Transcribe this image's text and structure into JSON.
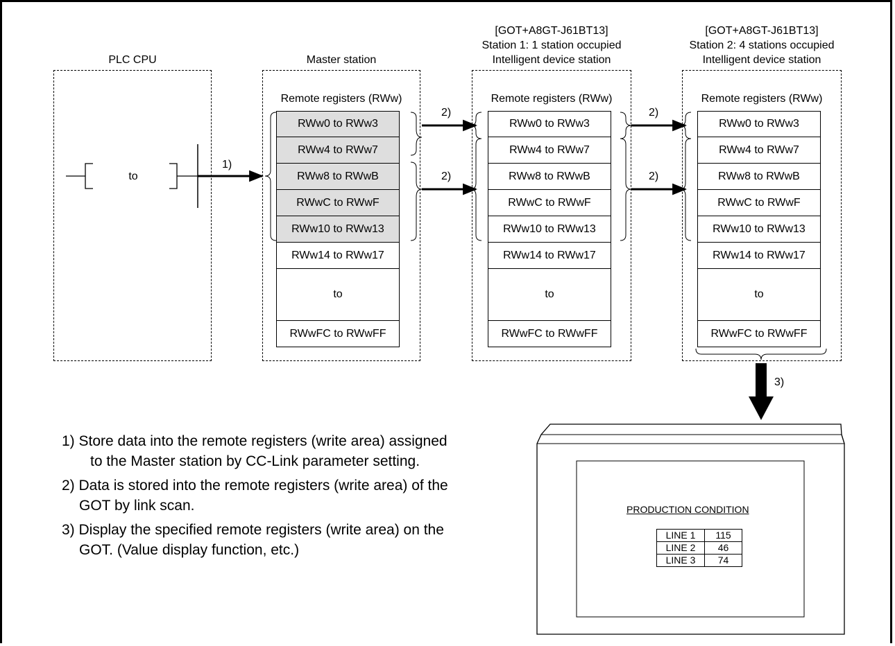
{
  "plc": {
    "title": "PLC CPU",
    "instruction": "to"
  },
  "master": {
    "title": "Master station",
    "header": "Remote registers (RWw)",
    "rows": [
      "RWw0 to RWw3",
      "RWw4 to RWw7",
      "RWw8 to RWwB",
      "RWwC to RWwF",
      "RWw10 to RWw13",
      "RWw14 to RWw17",
      "to",
      "RWwFC to RWwFF"
    ],
    "shaded_rows": 5
  },
  "station1": {
    "title_lines": [
      "[GOT+A8GT-J61BT13]",
      "Station 1: 1 station occupied",
      "Intelligent device station"
    ],
    "header": "Remote registers (RWw)",
    "rows": [
      "RWw0 to RWw3",
      "RWw4 to RWw7",
      "RWw8 to RWwB",
      "RWwC to RWwF",
      "RWw10 to RWw13",
      "RWw14 to RWw17",
      "to",
      "RWwFC to RWwFF"
    ]
  },
  "station2": {
    "title_lines": [
      "[GOT+A8GT-J61BT13]",
      "Station 2: 4 stations occupied",
      "Intelligent device station"
    ],
    "header": "Remote registers (RWw)",
    "rows": [
      "RWw0 to RWw3",
      "RWw4 to RWw7",
      "RWw8 to RWwB",
      "RWwC to RWwF",
      "RWw10 to RWw13",
      "RWw14 to RWw17",
      "to",
      "RWwFC to RWwFF"
    ]
  },
  "steps": {
    "s1": "1)",
    "s2a": "2)",
    "s2b": "2)",
    "s2c": "2)",
    "s2d": "2)",
    "s3": "3)"
  },
  "notes": [
    "1) Store data into the remote registers (write area) assigned",
    "to the Master station by CC-Link parameter setting.",
    "2) Data is stored into the remote registers (write area) of the",
    "GOT by link scan.",
    "3) Display the specified remote registers (write area) on the",
    "GOT. (Value display function, etc.)"
  ],
  "got_screen": {
    "title": "PRODUCTION CONDITION",
    "rows": [
      {
        "line": "LINE 1",
        "value": "115"
      },
      {
        "line": "LINE 2",
        "value": "46"
      },
      {
        "line": "LINE 3",
        "value": "74"
      }
    ]
  }
}
